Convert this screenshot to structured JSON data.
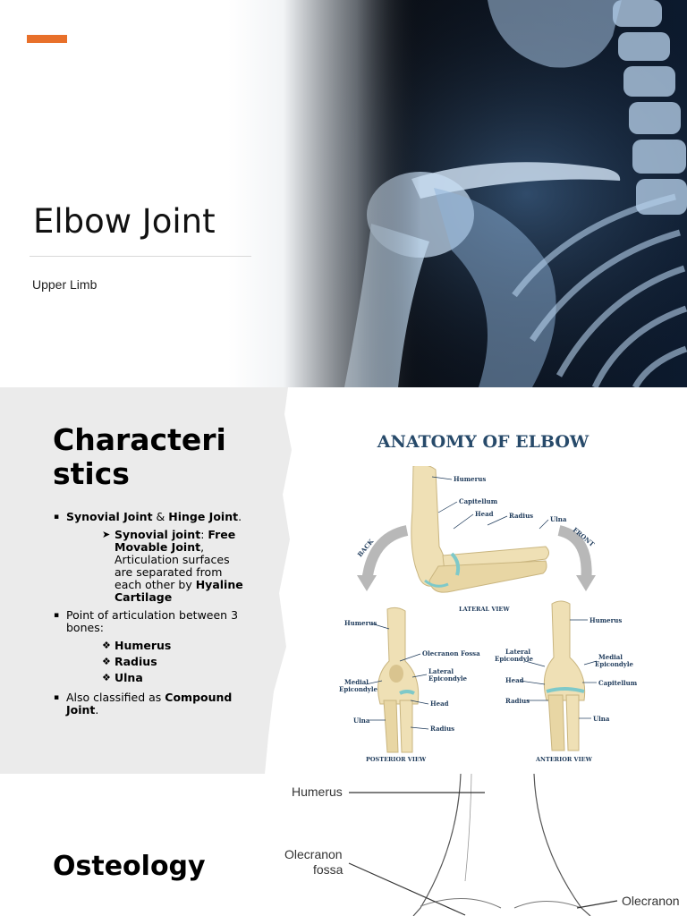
{
  "slide1": {
    "title": "Elbow Joint",
    "subtitle": "Upper Limb",
    "accent_color": "#e8702a"
  },
  "slide2": {
    "heading": "Characteristics",
    "heading_line1": "Characteri",
    "heading_line2": "stics",
    "bullet1": {
      "t1": "Synovial Joint",
      "t2": " & ",
      "t3": "Hinge Joint",
      "t4": "."
    },
    "sub1": {
      "t1": "Synovial joint",
      "t2": ": ",
      "t3": "Free Movable Joint",
      "t4": ", Articulation surfaces are separated from each other by ",
      "t5": "Hyaline Cartilage"
    },
    "bullet2": "Point of articulation between 3 bones:",
    "bones": [
      "Humerus",
      "Radius",
      "Ulna"
    ],
    "bullet3": {
      "t1": "Also classified as ",
      "t2": "Compound Joint",
      "t3": "."
    },
    "anatomy": {
      "title": "ANATOMY OF ELBOW",
      "back": "BACK",
      "front": "FRONT",
      "lateral": {
        "view": "LATERAL VIEW",
        "humerus": "Humerus",
        "capitellum": "Capitellum",
        "head": "Head",
        "radius": "Radius",
        "ulna": "Ulna"
      },
      "posterior": {
        "view": "POSTERIOR VIEW",
        "humerus": "Humerus",
        "olecranon_fossa": "Olecranon Fossa",
        "lateral_epicondyle_1": "Lateral",
        "lateral_epicondyle_2": "Epicondyle",
        "medial_epicondyle_1": "Medial",
        "medial_epicondyle_2": "Epicondyle",
        "head": "Head",
        "ulna": "Ulna",
        "radius": "Radius"
      },
      "anterior": {
        "view": "ANTERIOR VIEW",
        "humerus": "Humerus",
        "lateral_epicondyle_1": "Lateral",
        "lateral_epicondyle_2": "Epicondyle",
        "medial_epicondyle_1": "Medial",
        "medial_epicondyle_2": "Epicondyle",
        "head": "Head",
        "capitellum": "Capitellum",
        "radius": "Radius",
        "ulna": "Ulna"
      }
    }
  },
  "slide3": {
    "heading": "Osteology",
    "labels": {
      "humerus": "Humerus",
      "olecranon_fossa_1": "Olecranon",
      "olecranon_fossa_2": "fossa",
      "olecranon": "Olecranon"
    }
  }
}
